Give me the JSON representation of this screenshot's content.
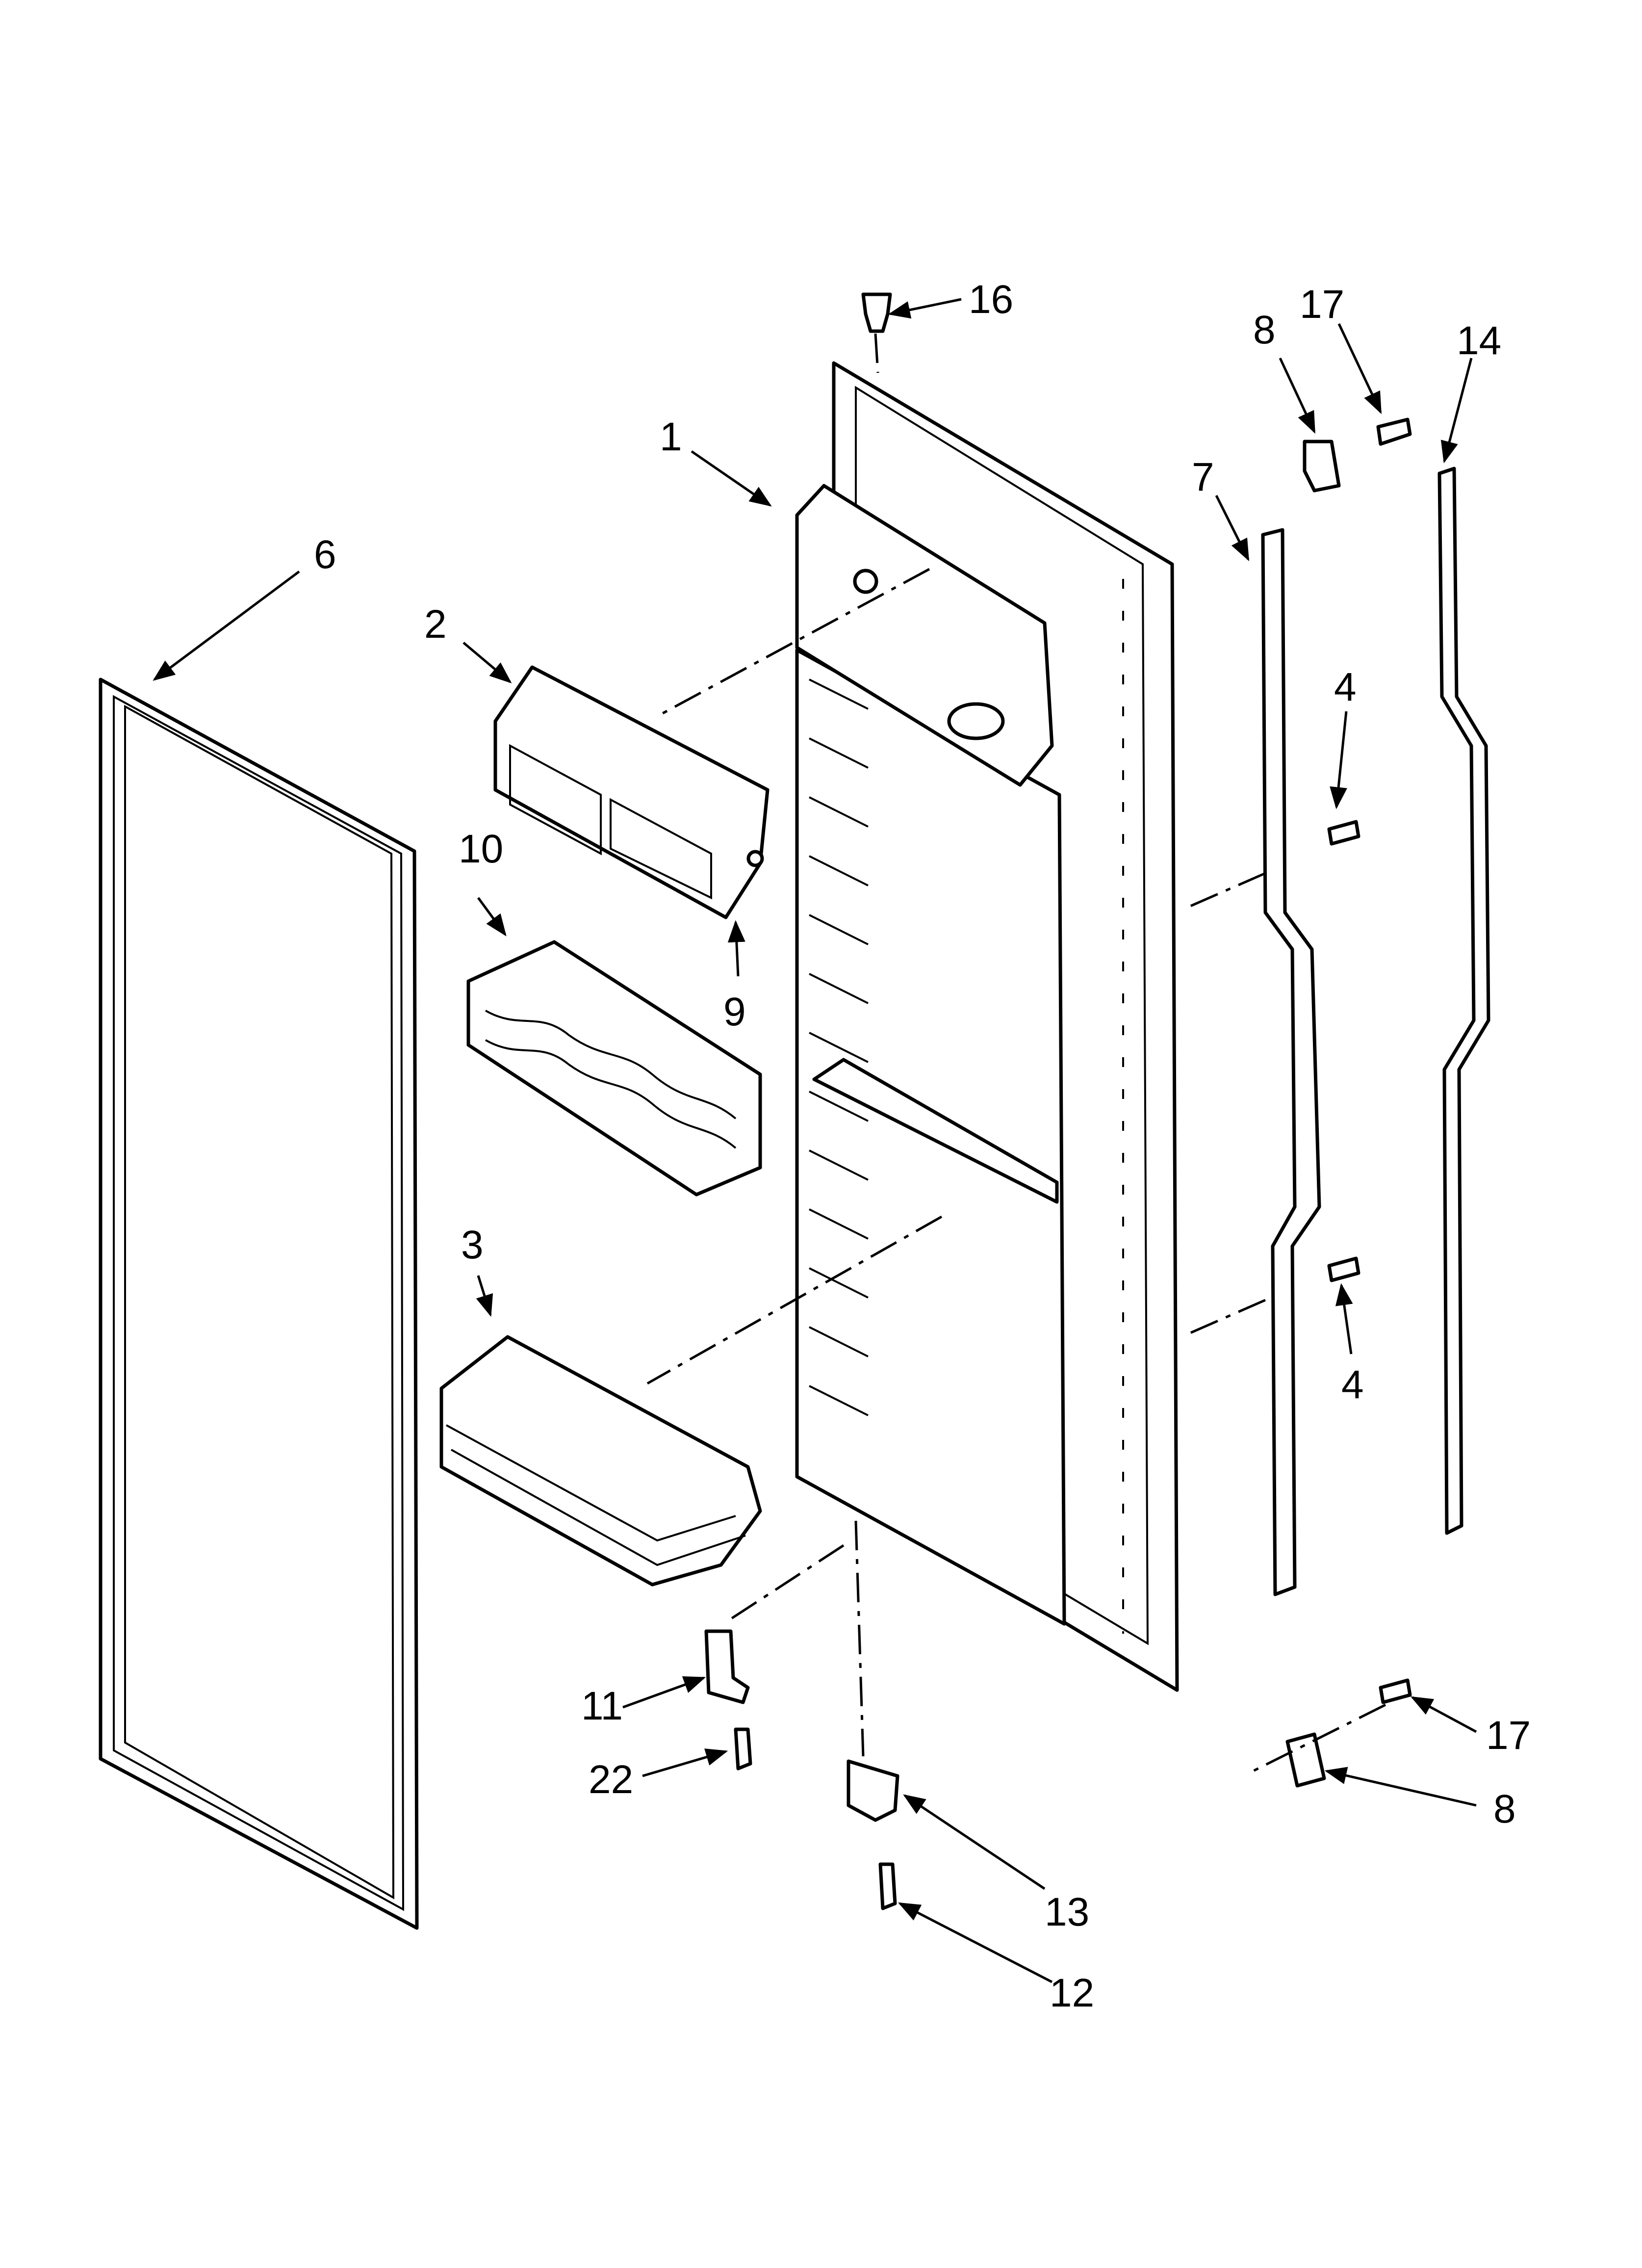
{
  "callouts": [
    {
      "id": "16",
      "text": "16"
    },
    {
      "id": "8-top",
      "text": "8"
    },
    {
      "id": "17-top",
      "text": "17"
    },
    {
      "id": "14",
      "text": "14"
    },
    {
      "id": "1",
      "text": "1"
    },
    {
      "id": "7",
      "text": "7"
    },
    {
      "id": "6",
      "text": "6"
    },
    {
      "id": "2",
      "text": "2"
    },
    {
      "id": "4-upper",
      "text": "4"
    },
    {
      "id": "10",
      "text": "10"
    },
    {
      "id": "9",
      "text": "9"
    },
    {
      "id": "3",
      "text": "3"
    },
    {
      "id": "4-lower",
      "text": "4"
    },
    {
      "id": "11",
      "text": "11"
    },
    {
      "id": "22",
      "text": "22"
    },
    {
      "id": "17-bottom",
      "text": "17"
    },
    {
      "id": "8-bottom",
      "text": "8"
    },
    {
      "id": "13",
      "text": "13"
    },
    {
      "id": "12",
      "text": "12"
    }
  ]
}
